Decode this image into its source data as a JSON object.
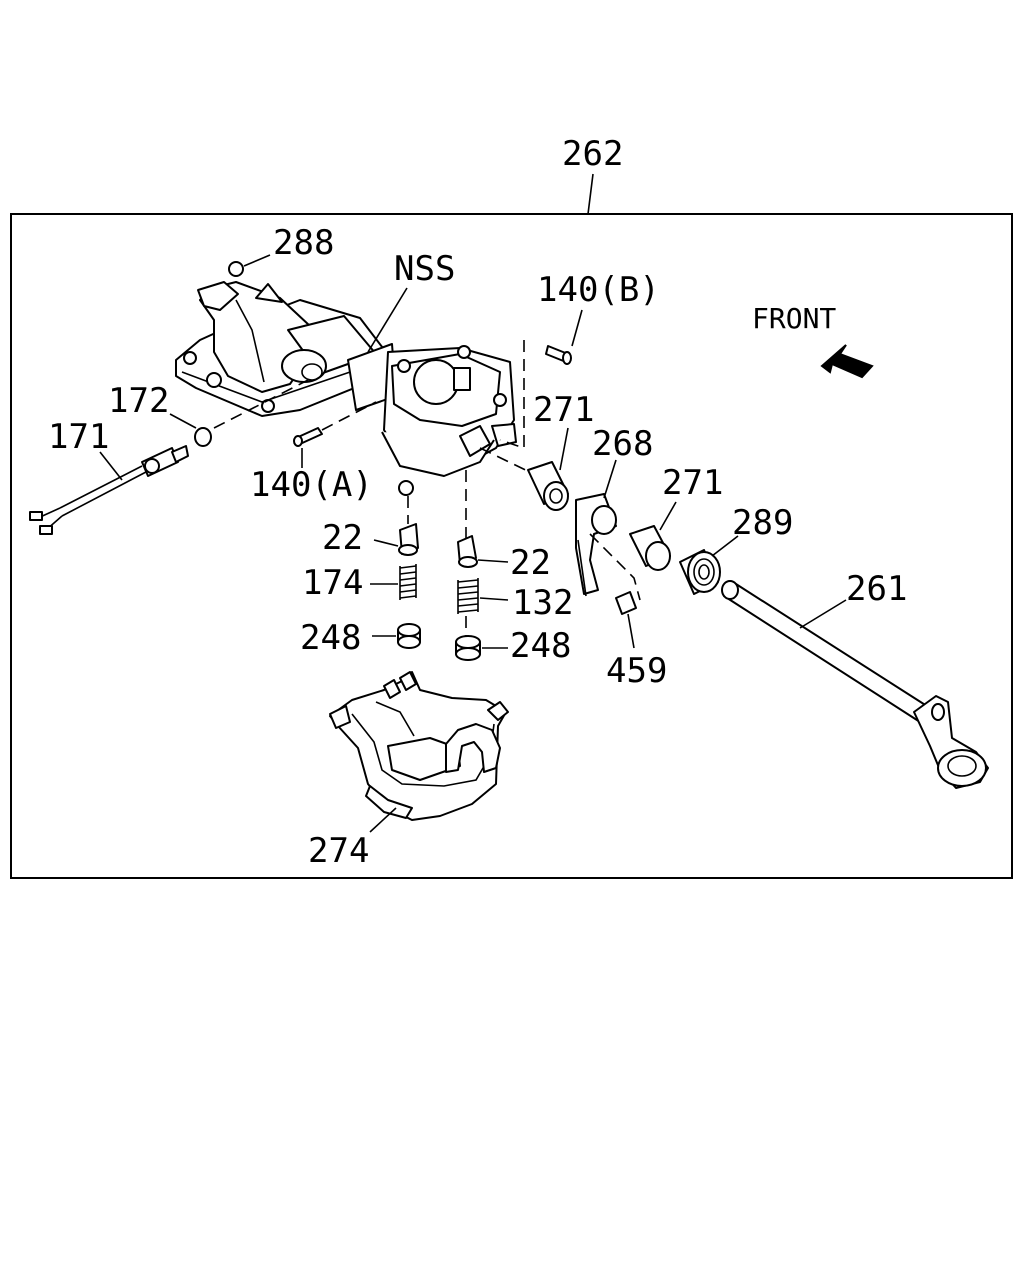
{
  "assembly_label": "262",
  "front_label": "FRONT",
  "callouts": {
    "c288": "288",
    "cNSS": "NSS",
    "c140b": "140(B)",
    "c172": "172",
    "c171": "171",
    "c140a": "140(A)",
    "c271a": "271",
    "c268": "268",
    "c271b": "271",
    "c289": "289",
    "c22a": "22",
    "c22b": "22",
    "c174": "174",
    "c132": "132",
    "c248a": "248",
    "c248b": "248",
    "c459": "459",
    "c261": "261",
    "c274": "274"
  }
}
